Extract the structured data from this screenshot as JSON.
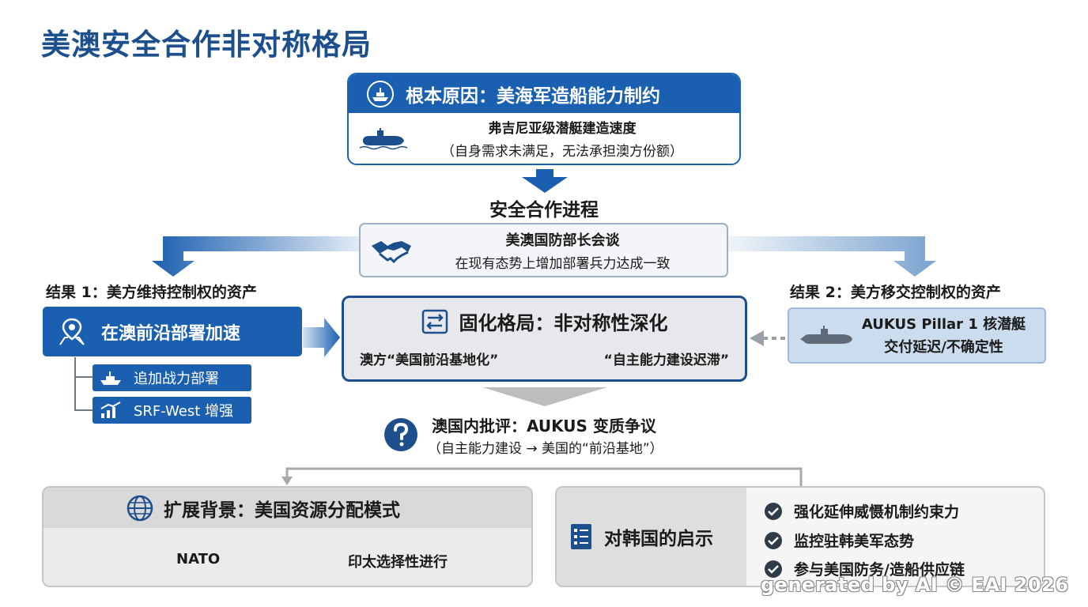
{
  "title": "美澳安全合作非对称格局",
  "root_cause": {
    "header": "根本原因：美海军造船能力制约",
    "line1": "弗吉尼亚级潜艇建造速度",
    "line2": "（自身需求未满足，无法承担澳方份额）"
  },
  "process": {
    "heading": "安全合作进程",
    "meeting_title": "美澳国防部长会谈",
    "meeting_desc": "在现有态势上增加部署兵力达成一致"
  },
  "result1": {
    "label": "结果 1：美方维持控制权的资产",
    "main": "在澳前沿部署加速",
    "items": [
      "追加战力部署",
      "SRF-West 增强"
    ]
  },
  "center": {
    "title": "固化格局：非对称性深化",
    "left": "澳方“美国前沿基地化”",
    "right": "“自主能力建设迟滞”"
  },
  "result2": {
    "label": "结果 2：美方移交控制权的资产",
    "line1": "AUKUS Pillar 1 核潜艇",
    "line2": "交付延迟/不确定性"
  },
  "critique": {
    "line1": "澳国内批评：AUKUS 变质争议",
    "line2": "（自主能力建设 → 美国的“前沿基地”）"
  },
  "background": {
    "title": "扩展背景：美国资源分配模式",
    "left": "NATO",
    "right": "印太选择性进行"
  },
  "korea": {
    "title": "对韩国的启示",
    "items": [
      "强化延伸威慑机制约束力",
      "监控驻韩美军态势",
      "参与美国防务/造船供应链"
    ]
  },
  "watermark": "generated by AI © EAI 2026",
  "colors": {
    "primary": "#1b5fb0",
    "dark": "#1d4f8c",
    "light_blue": "#cbdcee",
    "gray_box": "#e6e8eb"
  }
}
